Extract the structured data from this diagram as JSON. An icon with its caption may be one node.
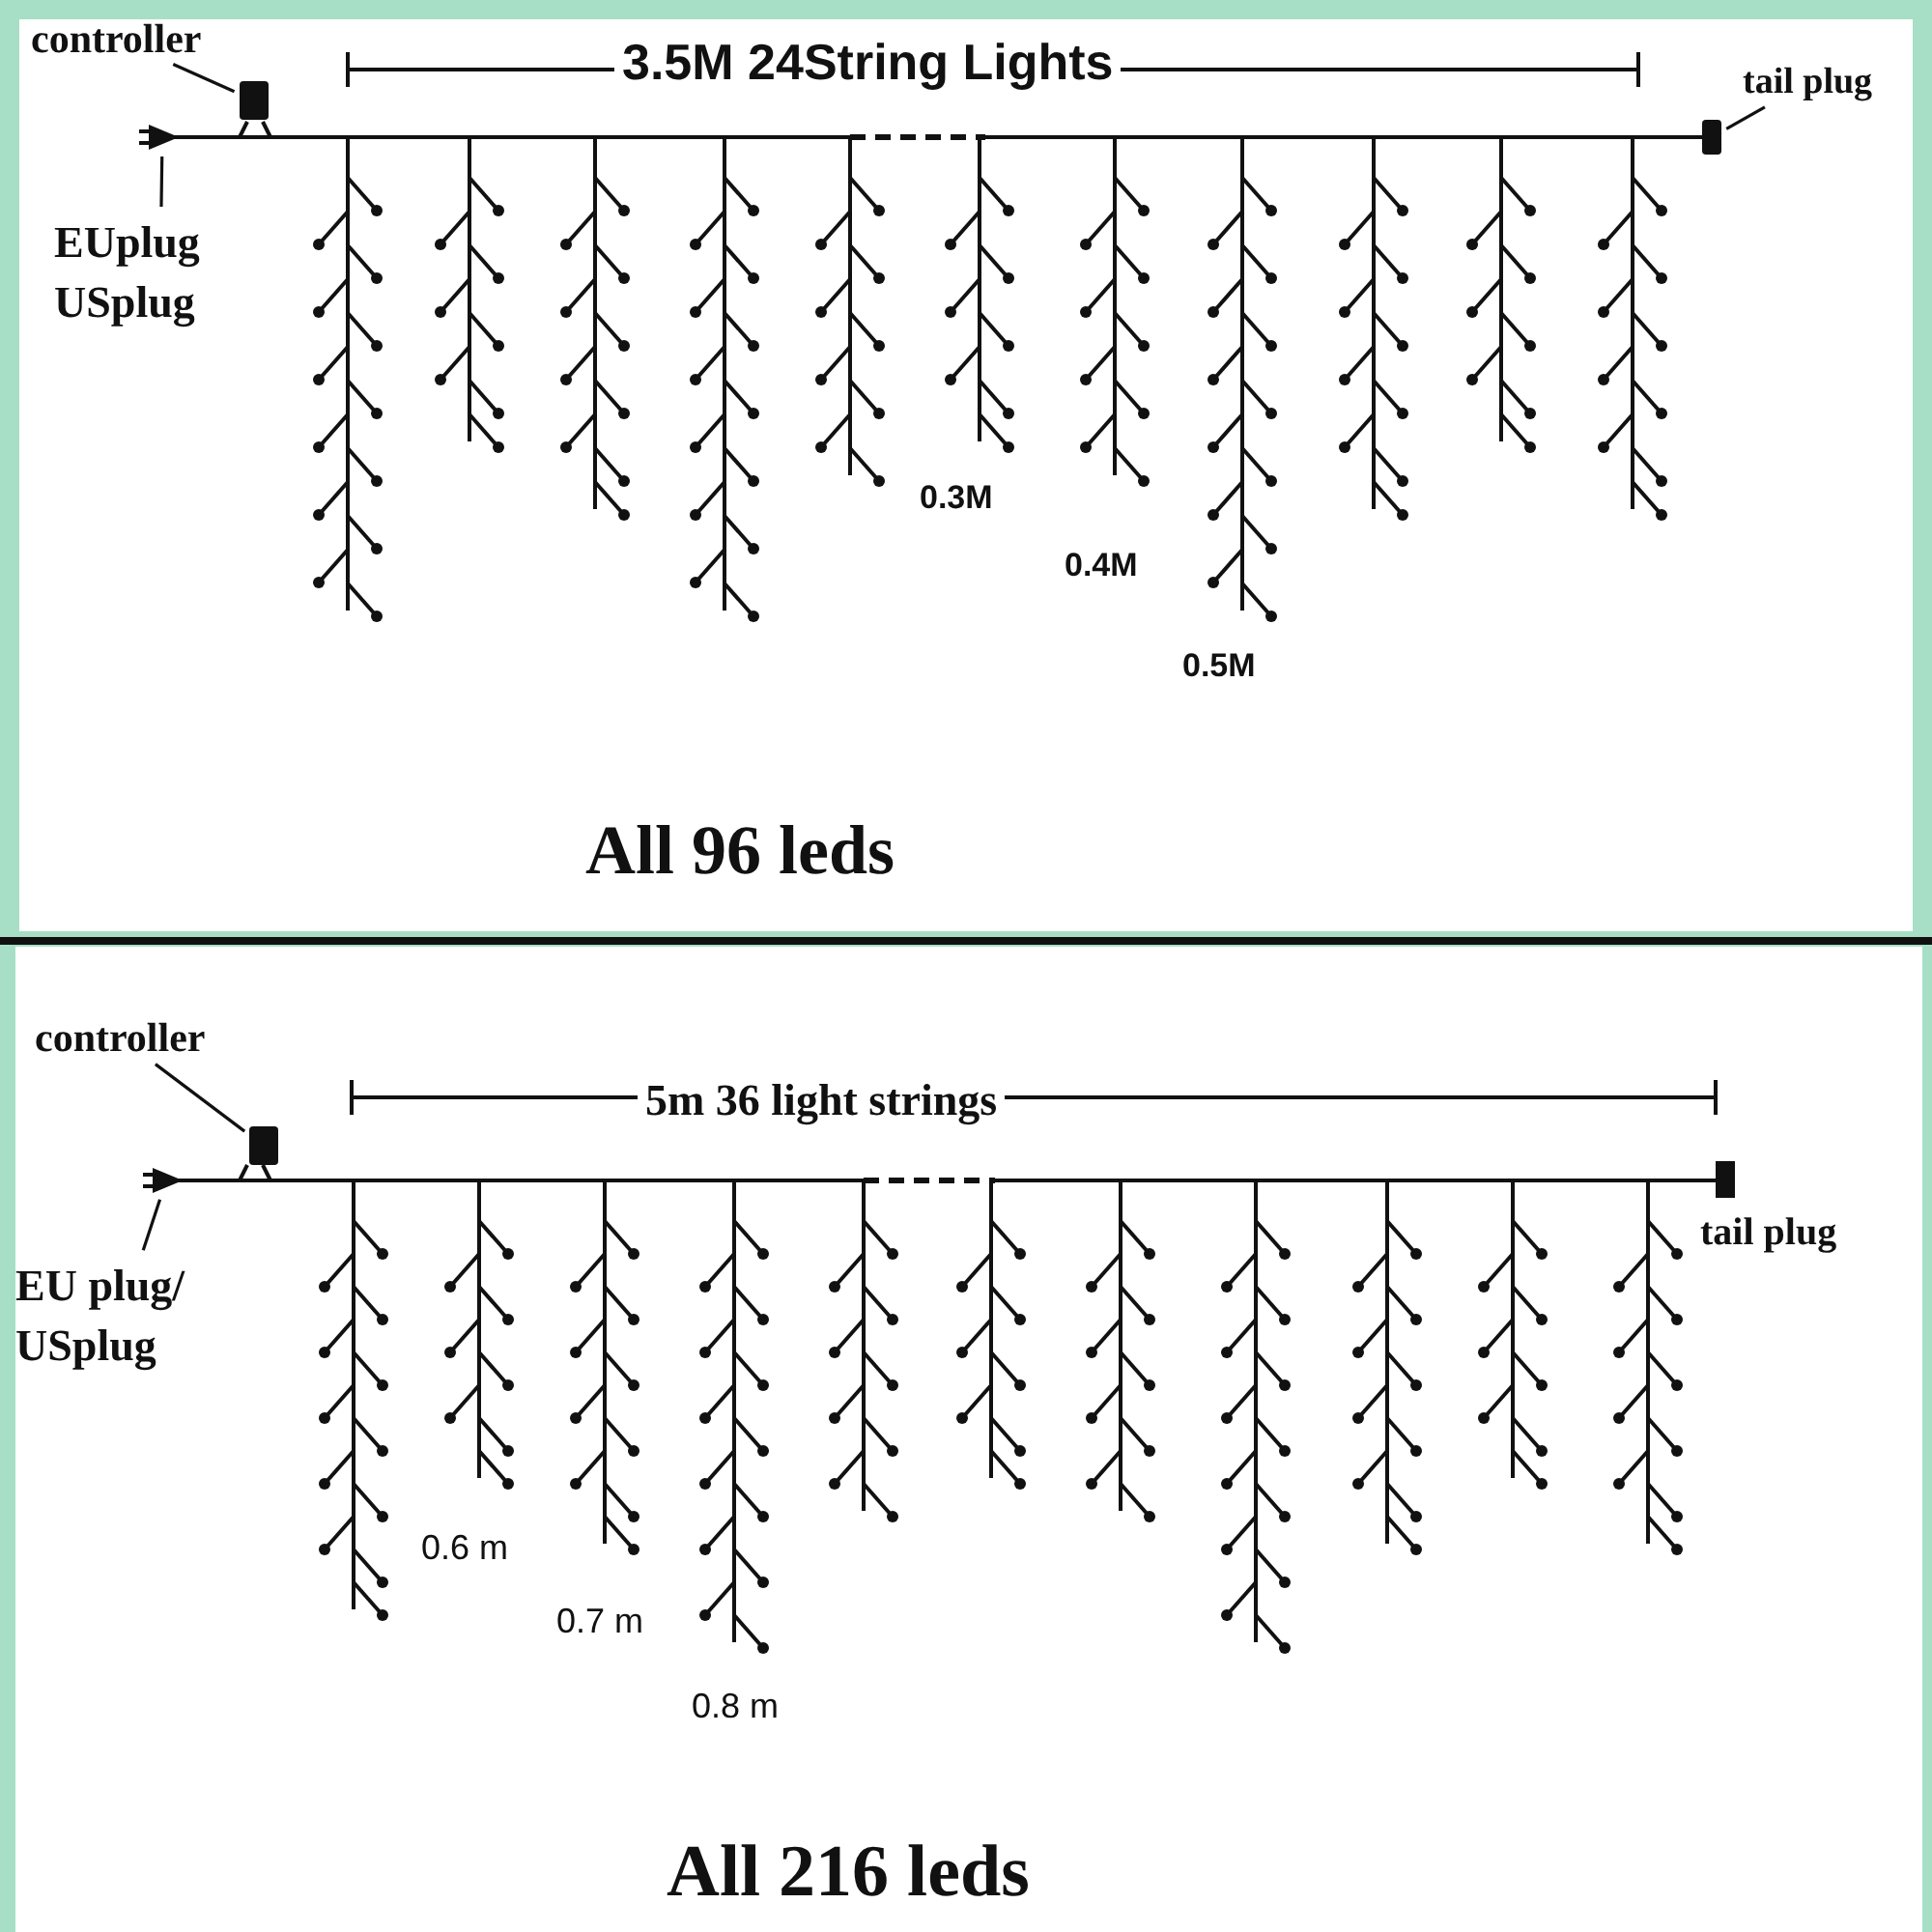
{
  "diagram": {
    "nodes": [
      {
        "text": [
          "controller"
        ]
      },
      {
        "text": [],
        "shape": "box"
      },
      {
        "text": [
          "EUplug USplug"
        ]
      },
      {
        "text": [],
        "shape": "picture"
      },
      {
        "text": [
          "tail plug"
        ]
      },
      {
        "text": [],
        "shape": "box"
      },
      {
        "text": [
          "controller"
        ]
      },
      {
        "text": [],
        "shape": "box"
      },
      {
        "text": [
          "EU plug/ USplug"
        ]
      },
      {
        "text": [],
        "shape": "picture"
      }
    ],
    "edges": [
      {
        "from": 0,
        "to": 1,
        "arrow": "none"
      },
      {
        "from": 2,
        "to": 3,
        "arrow": "none"
      },
      {
        "from": 4,
        "to": 5,
        "arrow": "none"
      },
      {
        "from": 6,
        "to": 7,
        "arrow": "none"
      },
      {
        "from": 8,
        "to": 9,
        "arrow": "none"
      }
    ],
    "labels": [
      "3.5M 24String Lights",
      "0.3M",
      "0.4M",
      "0.5M",
      "All 96 leds",
      "5m 36 light strings",
      "tail plug",
      "0.6 m",
      "0.7 m",
      "0.8 m",
      "All 216 leds"
    ]
  }
}
